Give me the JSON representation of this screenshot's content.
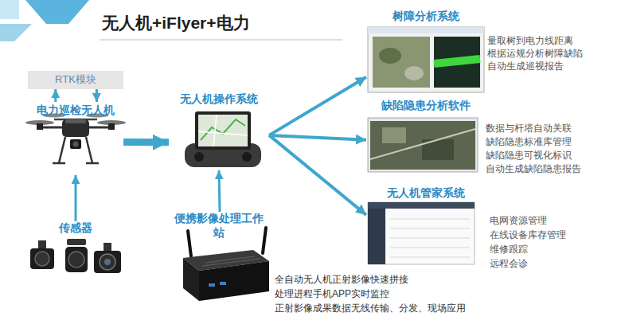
{
  "diagram": {
    "title": "无人机+iFlyer+电力",
    "nodes": [
      {
        "text": [
          "RTK模块"
        ]
      },
      {
        "text": [
          "电力巡检无人机"
        ]
      },
      {
        "text": [
          "传感器"
        ]
      },
      {
        "text": [
          "无人机操作系统"
        ]
      },
      {
        "text": [
          "便携影像处理工作站",
          "全自动无人机正射影像快速拼接",
          "处理进程手机APP实时监控",
          "正射影像成果数据无线传输、分发、现场应用"
        ]
      },
      {
        "text": [
          "树障分析系统",
          "量取树到电力线距离",
          "根据运规分析树障缺陷",
          "自动生成巡视报告"
        ]
      },
      {
        "text": [
          "缺陷隐患分析软件",
          "数据与杆塔自动关联",
          "缺陷隐患标准库管理",
          "缺陷隐患可视化标识",
          "自动生成缺陷隐患报告"
        ]
      },
      {
        "text": [
          "无人机管家系统",
          "电网资源管理",
          "在线设备库存管理",
          "维修跟踪",
          "远程会诊"
        ]
      }
    ],
    "edges": [
      {
        "from": 1,
        "to": 0,
        "arrow": "to"
      },
      {
        "from": 0,
        "to": 1,
        "arrow": "to"
      },
      {
        "from": 2,
        "to": 1,
        "arrow": "to"
      },
      {
        "from": 1,
        "to": 3,
        "arrow": "to"
      },
      {
        "from": 4,
        "to": 3,
        "arrow": "to"
      },
      {
        "from": 3,
        "to": 5,
        "arrow": "to"
      },
      {
        "from": 3,
        "to": 6,
        "arrow": "to"
      },
      {
        "from": 3,
        "to": 7,
        "arrow": "to"
      }
    ]
  }
}
